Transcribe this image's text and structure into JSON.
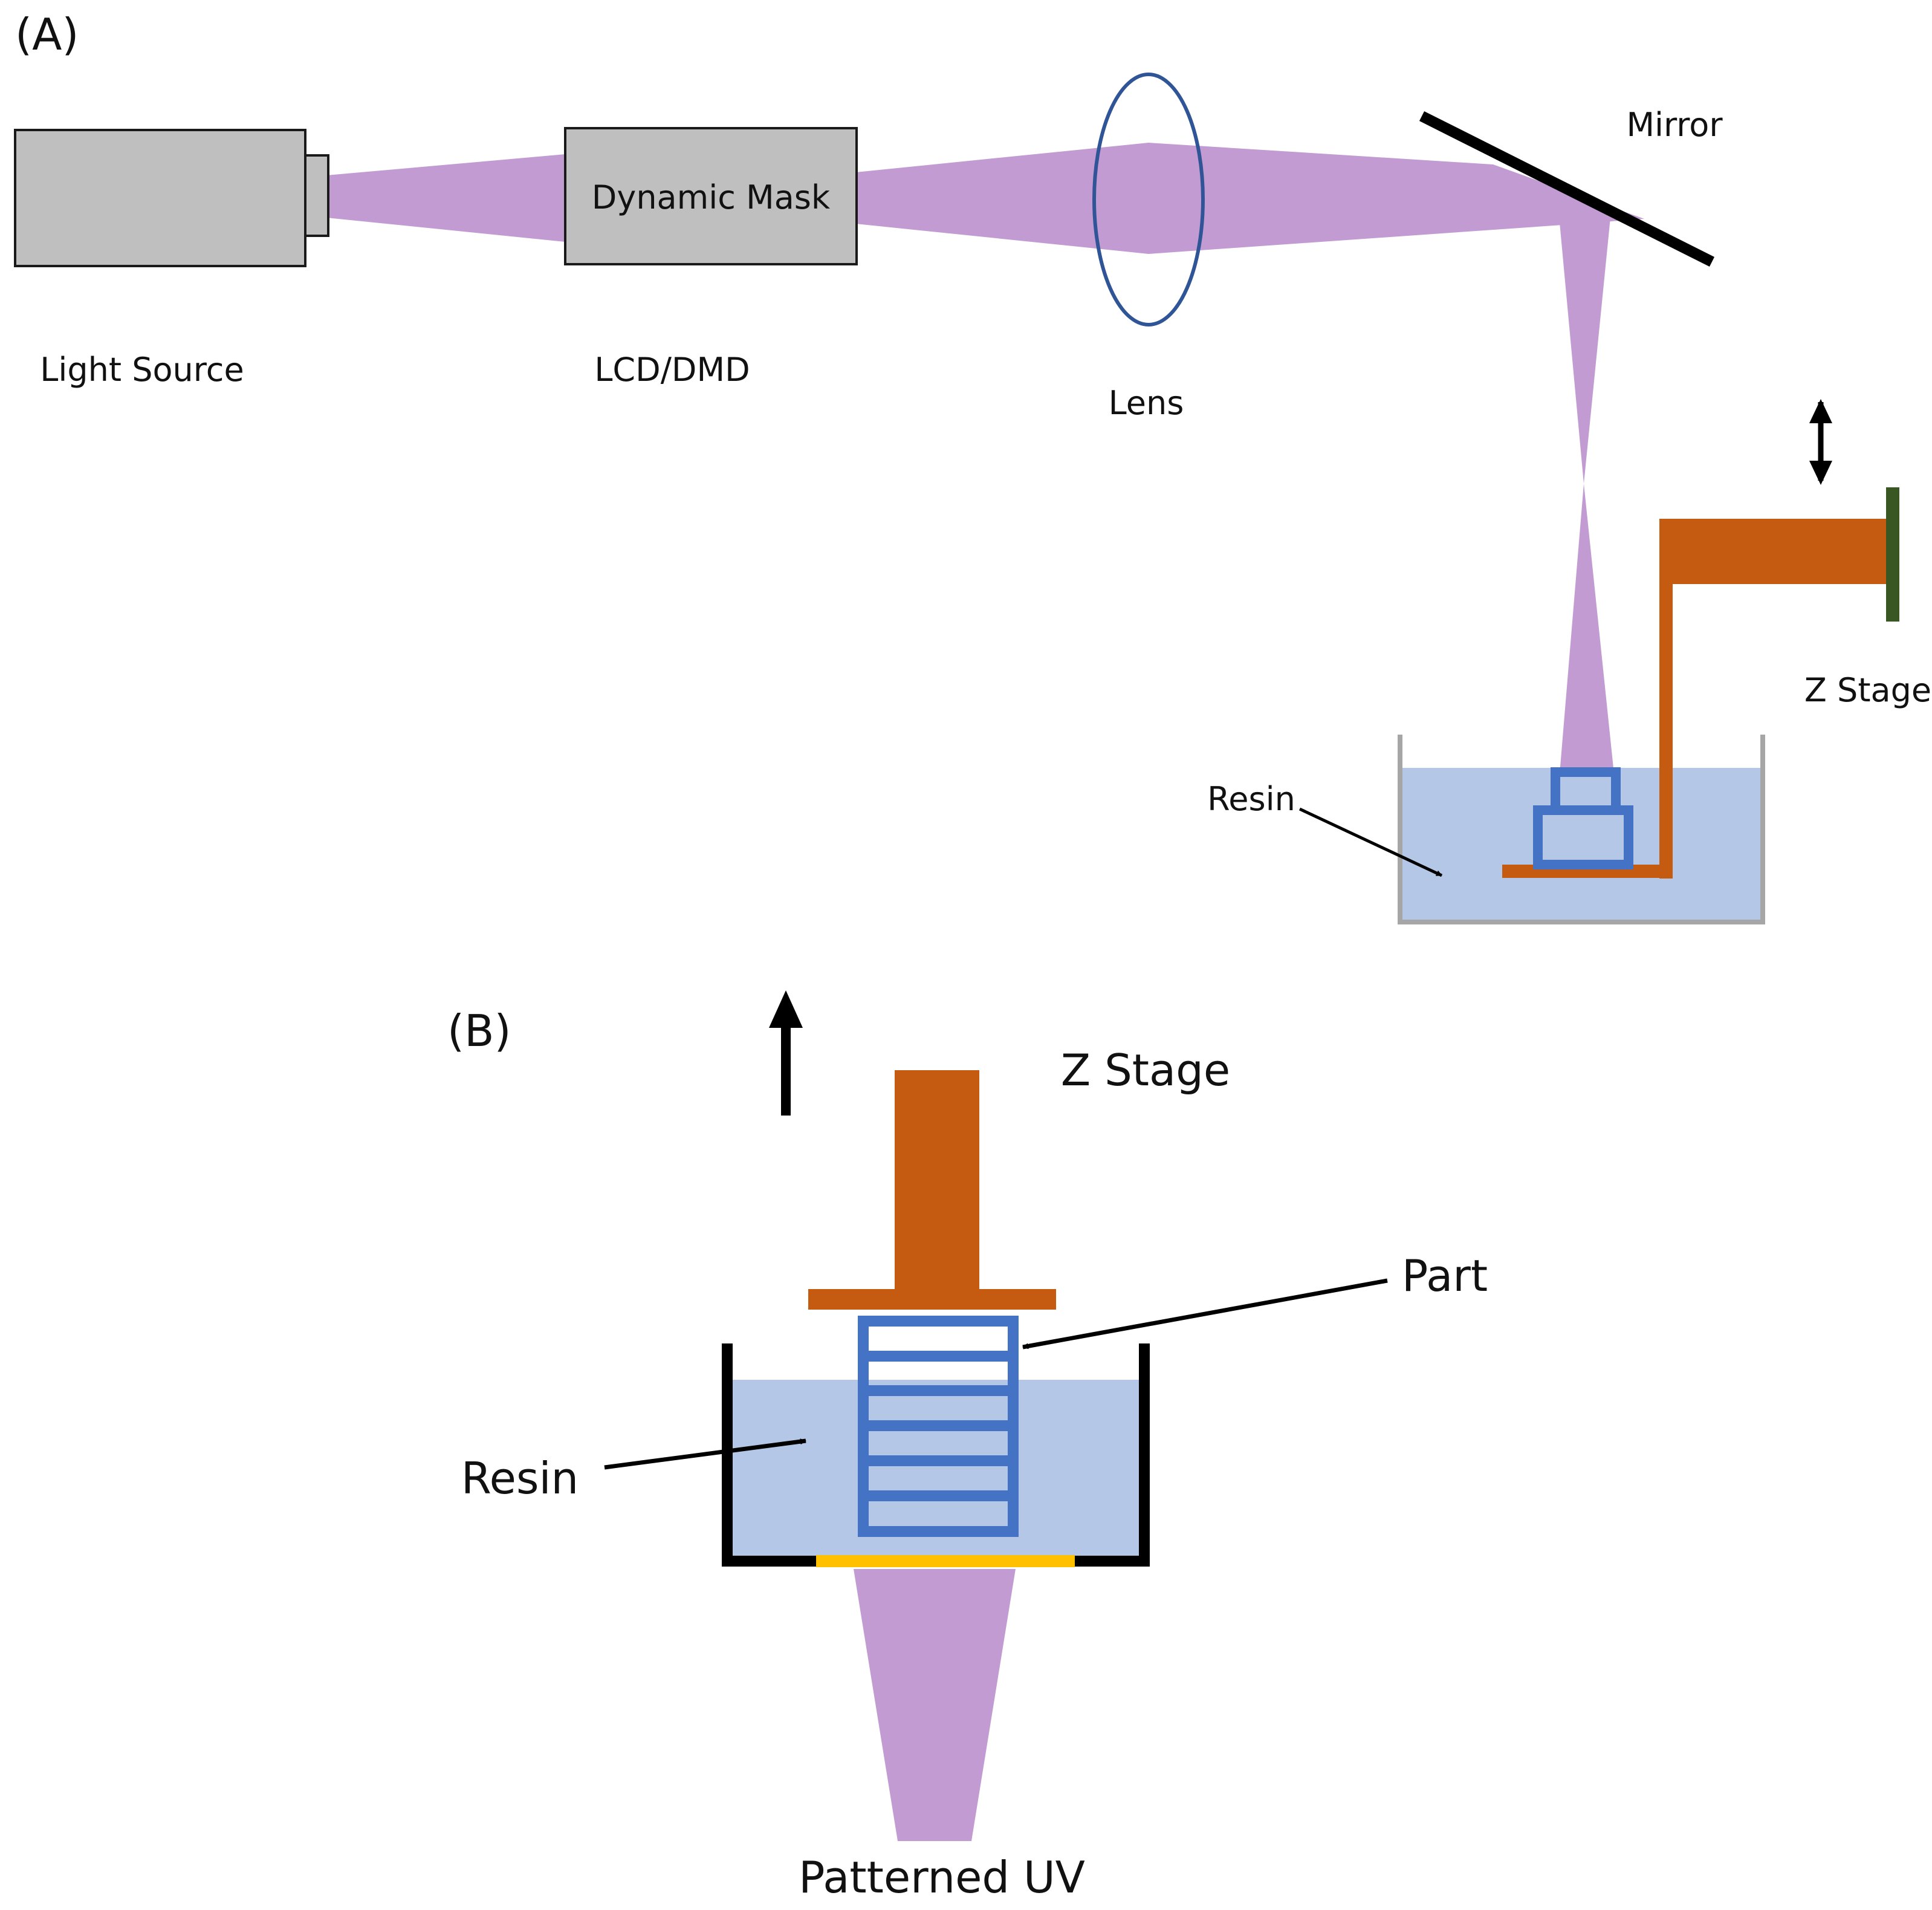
{
  "panel_a": {
    "label": "(A)",
    "light_source": "Light Source",
    "dynamic_mask": "Dynamic Mask",
    "lcd_dmd": "LCD/DMD",
    "lens": "Lens",
    "mirror": "Mirror",
    "z_stage": "Z Stage",
    "resin": "Resin"
  },
  "panel_b": {
    "label": "(B)",
    "z_stage": "Z Stage",
    "part": "Part",
    "resin": "Resin",
    "patterned_uv": "Patterned UV"
  },
  "colors": {
    "uv_light": "#c39bd3",
    "housing_gray": "#bfbfbf",
    "lens_blue": "#2f5597",
    "resin_blue": "#b4c7e7",
    "part_blue": "#4472c4",
    "stage_orange": "#c55a11",
    "stage_mount_green": "#385723",
    "window_yellow": "#ffc000",
    "vat_gray": "#a6a6a6"
  }
}
